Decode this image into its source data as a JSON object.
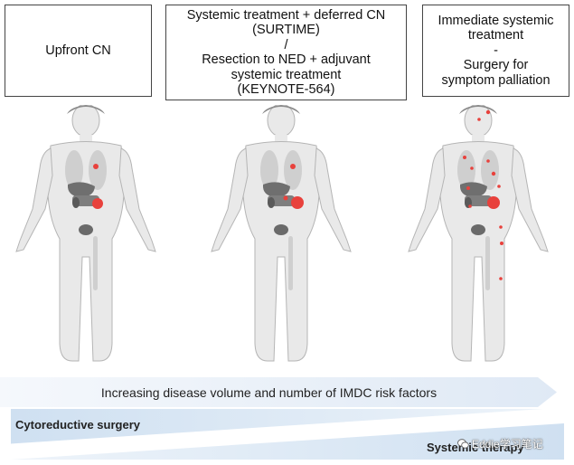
{
  "boxes": [
    {
      "lines": [
        "Upfront CN"
      ]
    },
    {
      "lines": [
        "Systemic treatment + deferred CN",
        "(SURTIME)",
        "/",
        "Resection to NED + adjuvant",
        "systemic treatment",
        "(KEYNOTE-564)"
      ]
    },
    {
      "lines": [
        "Immediate systemic",
        "treatment",
        "-",
        "Surgery for",
        "symptom palliation"
      ]
    }
  ],
  "arrow": {
    "label": "Increasing disease volume and number of IMDC risk factors"
  },
  "wedges": {
    "top_label": "Cytoreductive surgery",
    "bottom_label": "Systemic therapy"
  },
  "watermark": {
    "text": "Eddie学习笔记"
  },
  "colors": {
    "tumor": "#e8413c",
    "body": "#e9e9e9",
    "organ": "#7c7c7c",
    "arrow": "#e6eef7",
    "wedge": "#dbe8f4"
  }
}
